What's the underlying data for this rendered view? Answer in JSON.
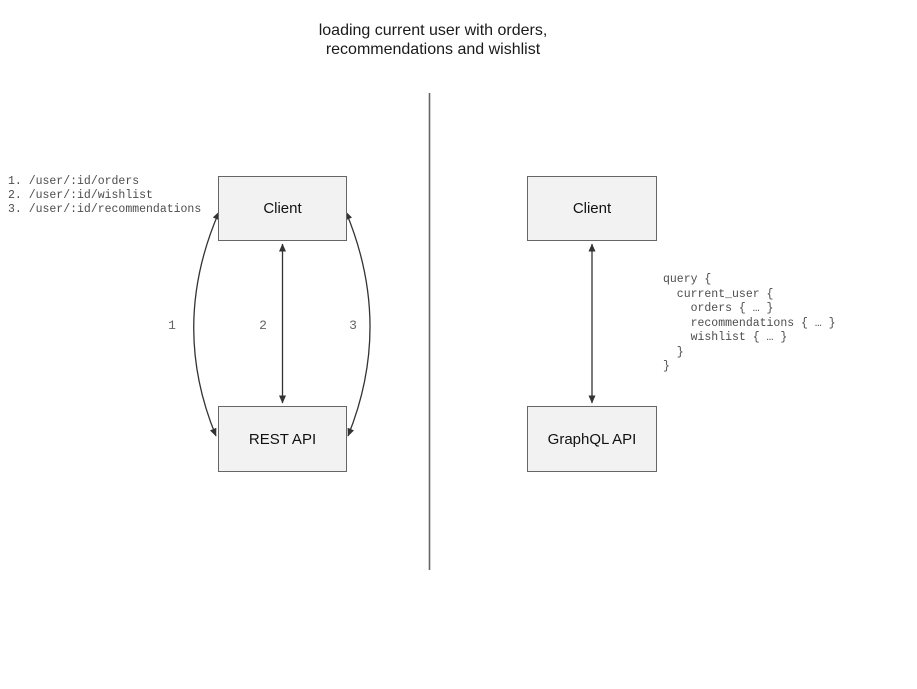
{
  "title": {
    "line1": "loading current user with orders,",
    "line2": "recommendations and wishlist"
  },
  "rest_panel": {
    "endpoints": [
      "1. /user/:id/orders",
      "2. /user/:id/wishlist",
      "3. /user/:id/recommendations"
    ],
    "client_box_label": "Client",
    "api_box_label": "REST API",
    "arrow_labels": [
      "1",
      "2",
      "3"
    ]
  },
  "graphql_panel": {
    "client_box_label": "Client",
    "api_box_label": "GraphQL API",
    "query_code": "query {\n  current_user {\n    orders { … }\n    recommendations { … }\n    wishlist { … }\n  }\n}"
  },
  "colors": {
    "box_fill": "#f2f2f2",
    "box_border": "#666666",
    "arrow_stroke": "#333333",
    "divider_stroke": "#666666",
    "code_text": "#4d4d4d",
    "label_text": "#666666",
    "title_text": "#1a1a1a"
  }
}
